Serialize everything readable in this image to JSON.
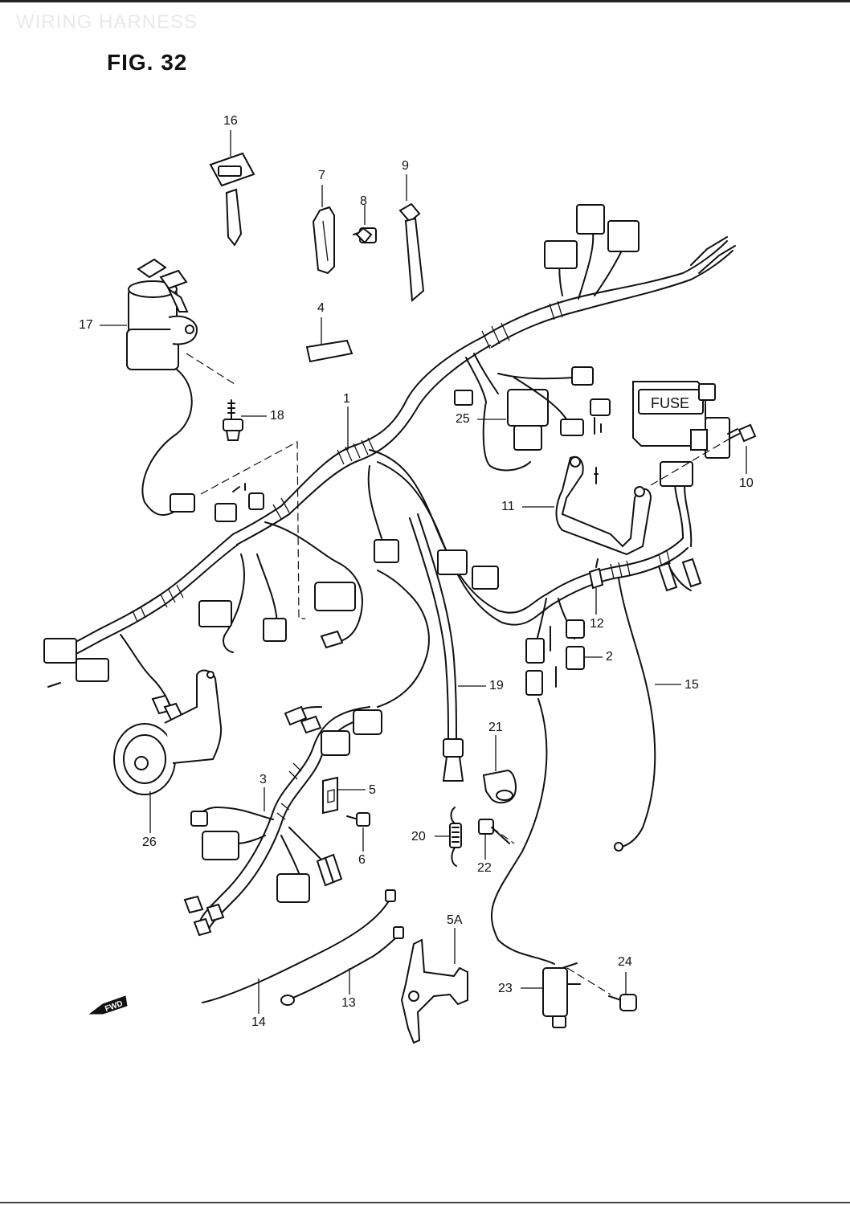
{
  "header": {
    "title": "WIRING HARNESS"
  },
  "figure": {
    "label": "FIG. 32"
  },
  "fwd_icon": {
    "text": "FWD",
    "icon": "forward-arrow-icon"
  },
  "callouts": [
    "16",
    "7",
    "8",
    "9",
    "17",
    "4",
    "18",
    "1",
    "25",
    "10",
    "11",
    "12",
    "2",
    "15",
    "19",
    "21",
    "3",
    "5",
    "20",
    "6",
    "22",
    "26",
    "5A",
    "14",
    "13",
    "24",
    "23"
  ]
}
